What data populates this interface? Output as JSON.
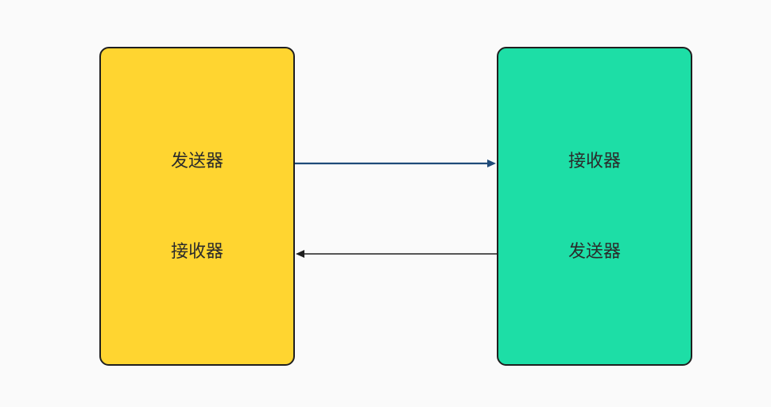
{
  "diagram": {
    "left_node": {
      "fill": "#ffd530",
      "top_label": "发送器",
      "bottom_label": "接收器"
    },
    "right_node": {
      "fill": "#1ddea6",
      "top_label": "接收器",
      "bottom_label": "发送器"
    },
    "edges": {
      "top_color": "#1f4b79",
      "bottom_color": "#1f1f1f"
    }
  }
}
